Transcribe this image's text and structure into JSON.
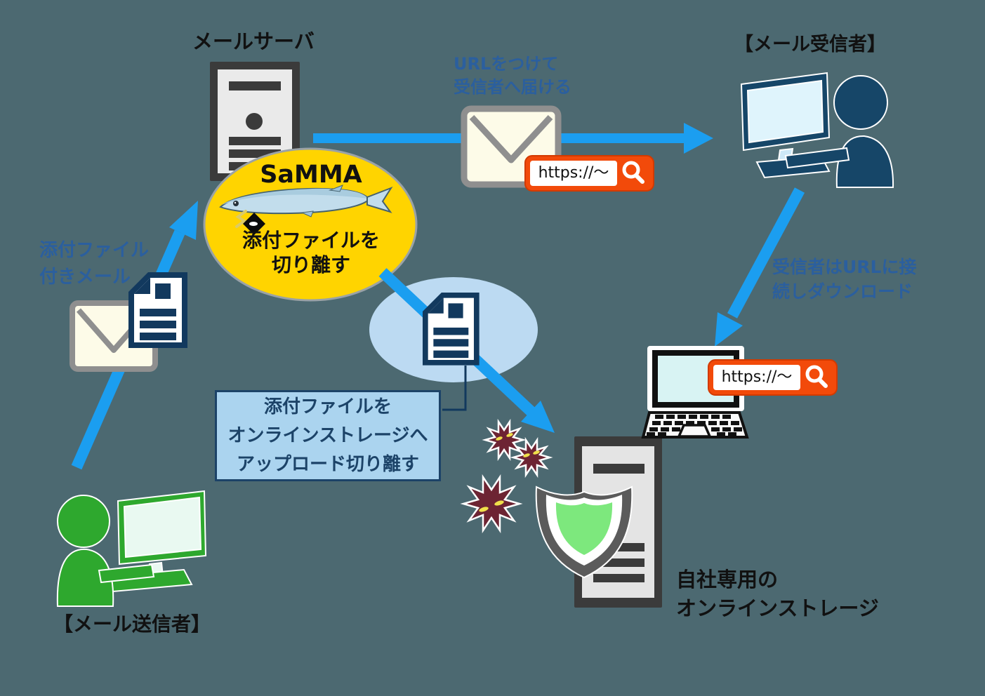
{
  "background": "#4C6971",
  "colors": {
    "arrow_blue": "#1B9EF0",
    "note_blue": "#2B5F9E",
    "samma_yellow": "#FFD400",
    "samma_border": "#9AA2A6",
    "url_bar_orange": "#F24A0A",
    "sender_green": "#2EA82E",
    "navy": "#164668",
    "doc_navy": "#12395E",
    "virus_maroon": "#6D2433",
    "virus_eye": "#F0E04A",
    "shield_gray": "#5B5B5B",
    "shield_green": "#7DE87D",
    "server_dark": "#3B3B3B",
    "server_light": "#E6E6E6",
    "envelope_gray": "#8F8F8F",
    "envelope_cream": "#FDFBE8",
    "storage_ellipse": "#BCDAF2",
    "textbox_fill": "#ABD4EF",
    "textbox_border": "#1C4368",
    "screen_cyan": "#D8F3F3",
    "fish_blue": "#C2DDEC"
  },
  "labels": {
    "mail_server": "メールサーバ",
    "mail_recipient": "【メール受信者】",
    "mail_sender": "【メール送信者】",
    "url_note_line1": "URLをつけて",
    "url_note_line2": "受信者へ届ける",
    "attach_mail_line1": "添付ファイル",
    "attach_mail_line2": "付きメール",
    "download_note_line1": "受信者はURLに接",
    "download_note_line2": "続しダウンロード",
    "storage_line1": "自社専用の",
    "storage_line2": "オンラインストレージ",
    "url_text": "https://～"
  },
  "samma": {
    "title": "SaMMA",
    "caption_line1": "添付ファイルを",
    "caption_line2": "切り離す"
  },
  "upload_box": {
    "line1": "添付ファイルを",
    "line2": "オンラインストレージへ",
    "line3": "アップロード切り離す"
  },
  "icons": {
    "search": "magnifier",
    "mail_server": "server-tower",
    "envelope": "mail-envelope",
    "attachment": "document-file",
    "samma_fish": "saury-fish",
    "recipient": "person-at-computer",
    "sender": "person-at-computer",
    "laptop": "laptop-computer",
    "storage_server": "server-tower",
    "shield": "security-shield",
    "virus": "malware-virus"
  }
}
